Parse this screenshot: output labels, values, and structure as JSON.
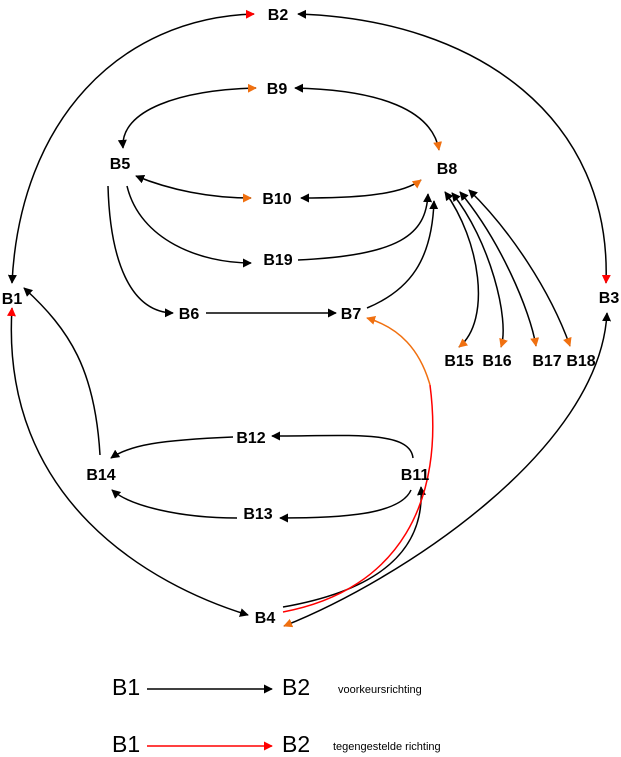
{
  "colors": {
    "preferred": "#000000",
    "opposite": "#ff0000",
    "orange": "#f07010"
  },
  "nodes": {
    "B1": "B1",
    "B2": "B2",
    "B3": "B3",
    "B4": "B4",
    "B5": "B5",
    "B6": "B6",
    "B7": "B7",
    "B8": "B8",
    "B9": "B9",
    "B10": "B10",
    "B11": "B11",
    "B12": "B12",
    "B13": "B13",
    "B14": "B14",
    "B15": "B15",
    "B16": "B16",
    "B17": "B17",
    "B18": "B18",
    "B19": "B19"
  },
  "legend": [
    {
      "from": "B1",
      "to": "B2",
      "label": "voorkeursrichting"
    },
    {
      "from": "B1",
      "to": "B2",
      "label": "tegengestelde richting"
    }
  ]
}
